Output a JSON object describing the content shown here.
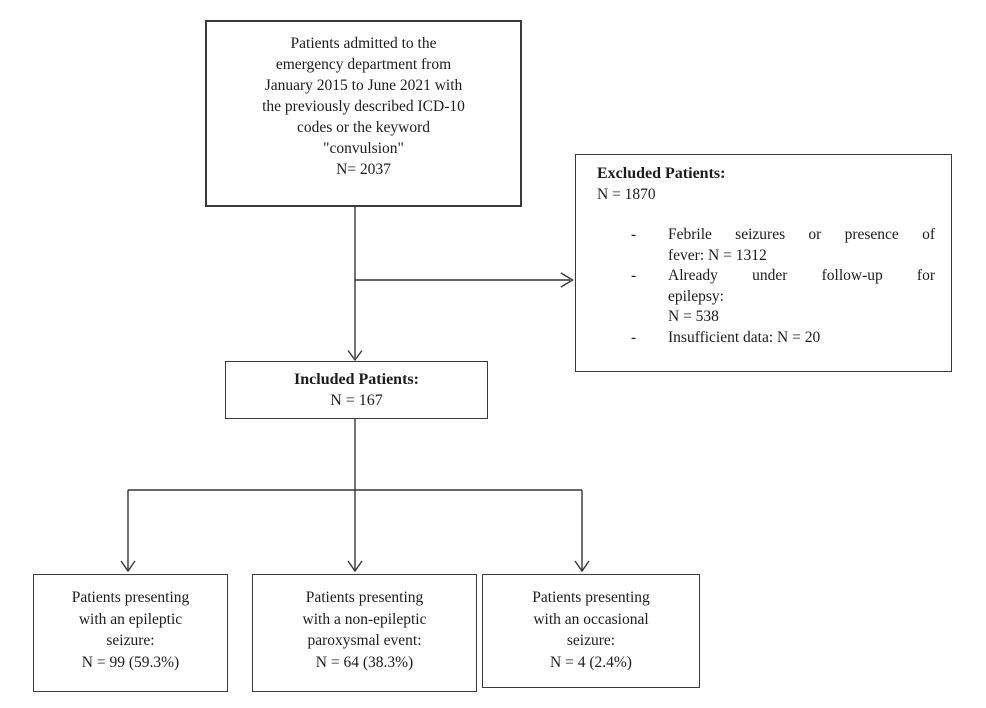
{
  "diagram": {
    "source_box": {
      "text": "Patients admitted to the\nemergency department from\nJanuary 2015 to June 2021 with\nthe previously described ICD-10\ncodes or the keyword\n\"convulsion\"\nN= 2037"
    },
    "excluded_box": {
      "title": "Excluded Patients:",
      "count": "N = 1870",
      "bullet_glyph": "-",
      "items": [
        {
          "lines": [
            "Febrile seizures or presence of",
            "fever: N = 1312"
          ]
        },
        {
          "lines": [
            "Already under follow-up for",
            "epilepsy:",
            "N = 538"
          ]
        },
        {
          "lines": [
            "Insufficient data: N = 20"
          ]
        }
      ]
    },
    "included_box": {
      "title": "Included Patients:",
      "count": "N = 167"
    },
    "outcome_boxes": [
      {
        "text": "Patients presenting\nwith an epileptic\nseizure:\nN = 99 (59.3%)"
      },
      {
        "text": "Patients presenting\nwith a non-epileptic\nparoxysmal event:\nN = 64 (38.3%)"
      },
      {
        "text": "Patients presenting\nwith an occasional\nseizure:\nN = 4 (2.4%)"
      }
    ]
  }
}
